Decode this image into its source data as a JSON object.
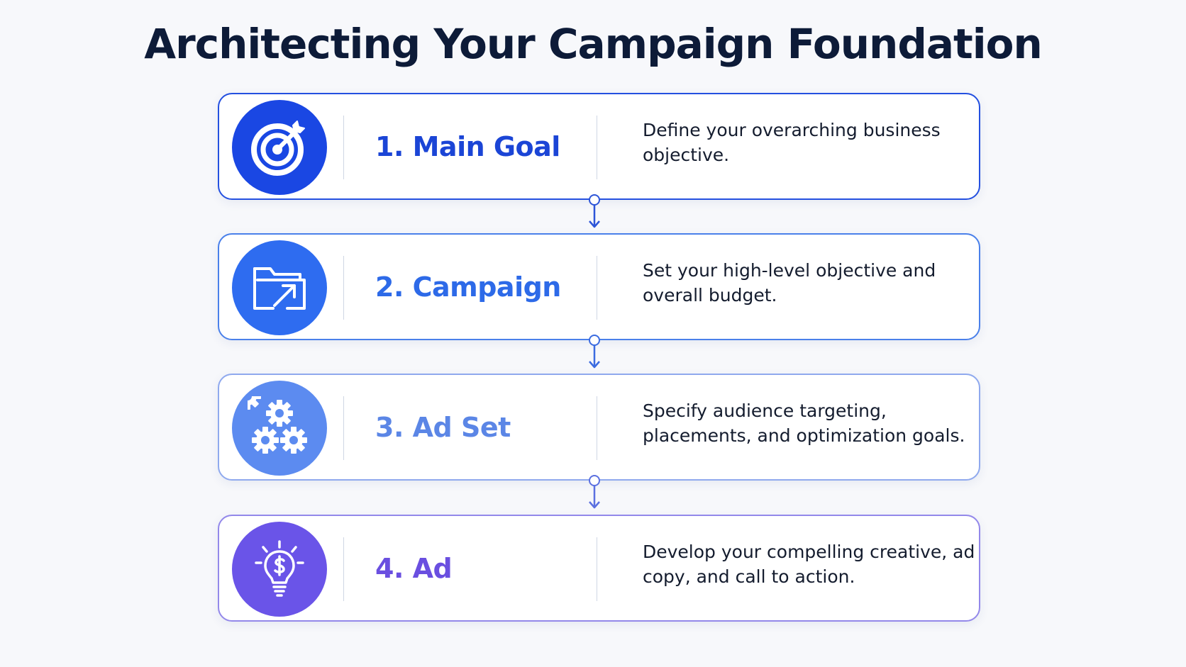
{
  "title": "Architecting Your Campaign Foundation",
  "steps": [
    {
      "label": "1. Main Goal",
      "description": "Define your overarching business objective.",
      "icon": "target-icon",
      "circle_color": "#1a47e3",
      "label_color": "#1b45d6",
      "border_color": "#2450e0"
    },
    {
      "label": "2. Campaign",
      "description": "Set your high-level objective and overall budget.",
      "icon": "folder-arrow-icon",
      "circle_color": "#2e6cf0",
      "label_color": "#2d6ae8",
      "border_color": "#4a80ea"
    },
    {
      "label": "3. Ad Set",
      "description": "Specify audience targeting, placements, and optimization goals.",
      "icon": "gears-icon",
      "circle_color": "#5c8bf0",
      "label_color": "#5b86e6",
      "border_color": "#8fa9ee"
    },
    {
      "label": "4. Ad",
      "description": "Develop your compelling creative, ad copy, and call to action.",
      "icon": "lightbulb-dollar-icon",
      "circle_color": "#6a54e8",
      "label_color": "#6a4fe0",
      "border_color": "#9388ea"
    }
  ]
}
